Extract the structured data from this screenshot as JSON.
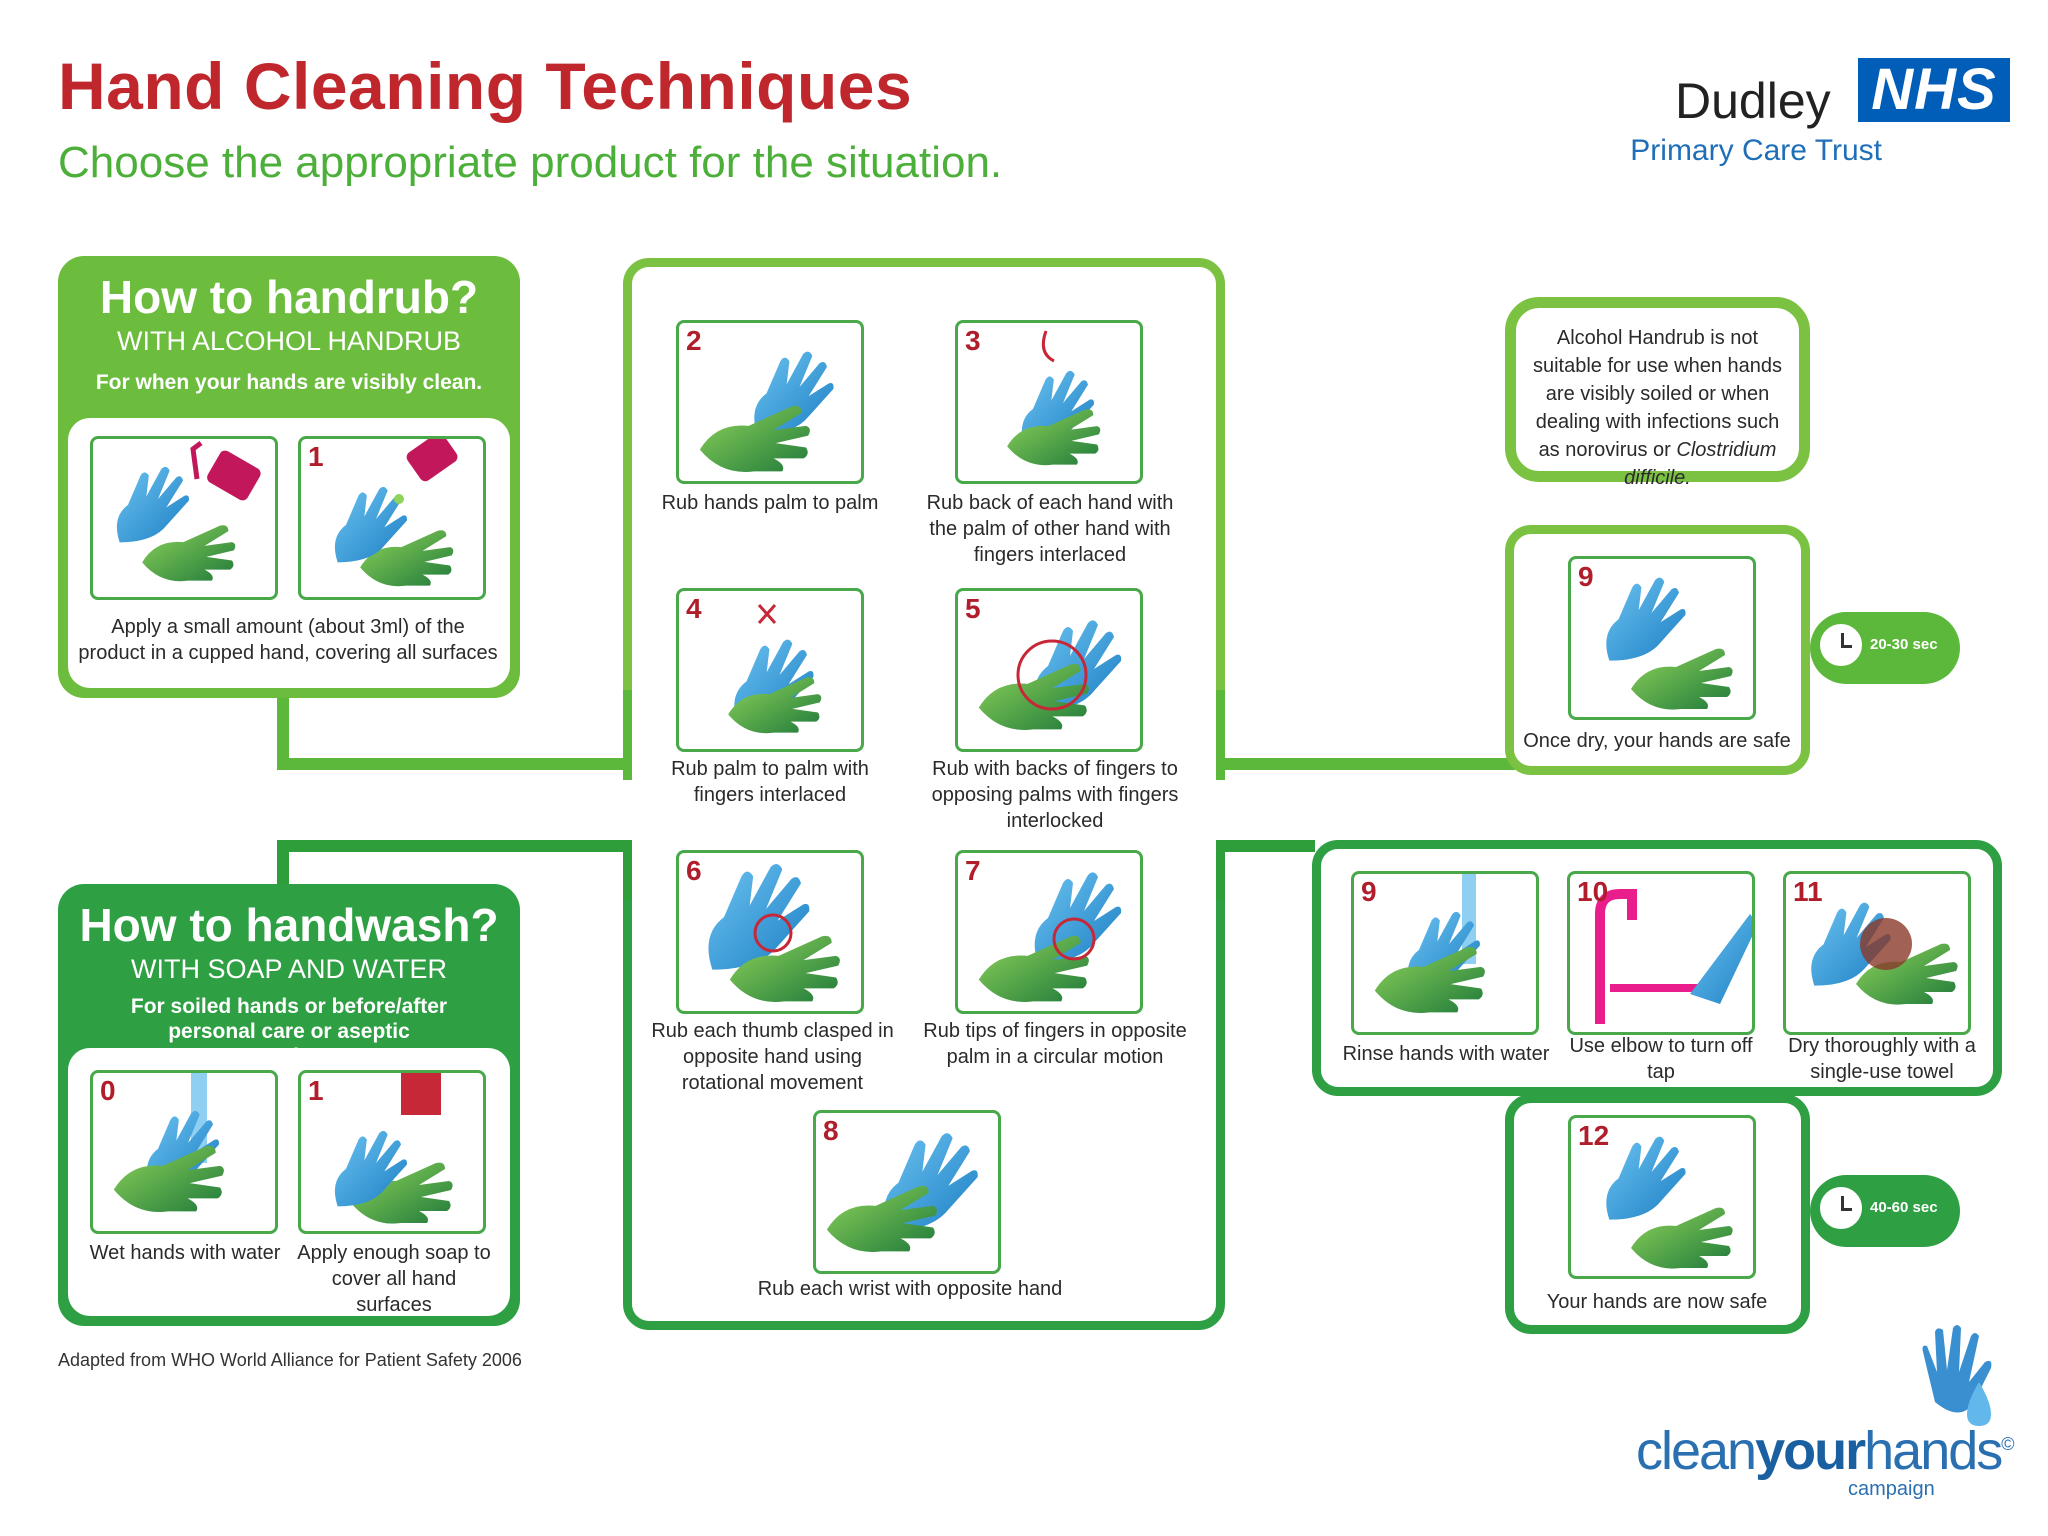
{
  "header": {
    "title": "Hand Cleaning Techniques",
    "subtitle": "Choose the appropriate product for the situation."
  },
  "logo": {
    "org": "Dudley",
    "nhs": "NHS",
    "trust": "Primary Care Trust"
  },
  "handrub": {
    "title": "How to handrub?",
    "subtitle": "WITH ALCOHOL HANDRUB",
    "note": "For when your hands are visibly clean.",
    "step1_num": "1",
    "caption": "Apply a small amount (about 3ml) of the product in a cupped hand, covering all surfaces"
  },
  "handwash": {
    "title": "How to handwash?",
    "subtitle": "WITH SOAP AND WATER",
    "note": "For soiled hands or before/after personal care or aseptic procedures.",
    "step0_num": "0",
    "step0_caption": "Wet hands with water",
    "step1_num": "1",
    "step1_caption": "Apply enough soap to cover all hand surfaces"
  },
  "steps": [
    {
      "num": "2",
      "caption": "Rub hands palm to palm"
    },
    {
      "num": "3",
      "caption": "Rub back of each hand with the palm of other hand with fingers interlaced"
    },
    {
      "num": "4",
      "caption": "Rub palm to palm with fingers interlaced"
    },
    {
      "num": "5",
      "caption": "Rub with backs of fingers to opposing palms with fingers interlocked"
    },
    {
      "num": "6",
      "caption": "Rub each thumb clasped in opposite hand using rotational movement"
    },
    {
      "num": "7",
      "caption": "Rub tips of fingers in opposite palm in a circular motion"
    },
    {
      "num": "8",
      "caption": "Rub each wrist with opposite hand"
    }
  ],
  "alert": {
    "text": "Alcohol Handrub is not suitable for use when hands are visibly soiled or when dealing with infections such as norovirus or",
    "organism": "Clostridium difficile."
  },
  "rub_finish": {
    "num": "9",
    "caption": "Once dry, your hands are safe",
    "time": "20-30 sec"
  },
  "wash_finish": {
    "steps": [
      {
        "num": "9",
        "caption": "Rinse hands with water"
      },
      {
        "num": "10",
        "caption": "Use elbow to turn off tap"
      },
      {
        "num": "11",
        "caption": "Dry thoroughly with a single-use towel"
      }
    ],
    "final_num": "12",
    "final_caption": "Your hands are now safe",
    "time": "40-60 sec"
  },
  "footnote": "Adapted from WHO World Alliance for Patient Safety 2006",
  "campaign": {
    "part1": "clean",
    "part2": "your",
    "part3": "hands",
    "mark": "©",
    "sub": "campaign"
  },
  "colors": {
    "title_red": "#c0272d",
    "subtitle_green": "#4caf3a",
    "handrub_green": "#7cc242",
    "handwash_green": "#2ea043",
    "nhs_blue": "#005eb8",
    "step_number_red": "#b01e2b"
  }
}
